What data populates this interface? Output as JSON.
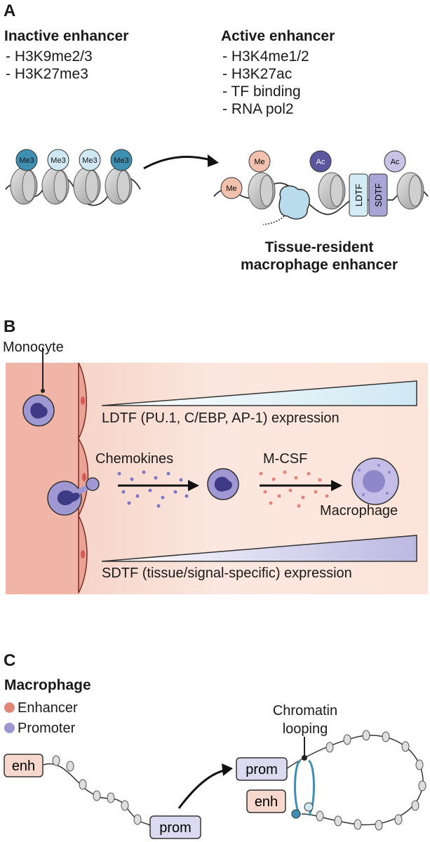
{
  "panelA": {
    "letter": "A",
    "inactive": {
      "title": "Inactive enhancer",
      "items": [
        "- H3K9me2/3",
        "- H3K27me3"
      ],
      "marks": [
        "Me3",
        "Me3",
        "Me3",
        "Me3"
      ]
    },
    "active": {
      "title": "Active enhancer",
      "items": [
        "- H3K4me1/2",
        "- H3K27ac",
        "- TF binding",
        "- RNA pol2"
      ],
      "marks": {
        "me": "Me",
        "ac": "Ac",
        "ldtf": "LDTF",
        "sdtf": "SDTF"
      }
    },
    "result_label": [
      "Tissue-resident",
      "macrophage enhancer"
    ]
  },
  "panelB": {
    "letter": "B",
    "monocyte": "Monocyte",
    "ldtf_label": "LDTF (PU.1, C/EBP, AP-1) expression",
    "chemokines": "Chemokines",
    "mcsf": "M-CSF",
    "macrophage": "Macrophage",
    "sdtf_label": "SDTF (tissue/signal-specific) expression"
  },
  "panelC": {
    "letter": "C",
    "title": "Macrophage",
    "legend": [
      {
        "label": "Enhancer",
        "color": "#e0867a"
      },
      {
        "label": "Promoter",
        "color": "#9b97cf"
      }
    ],
    "enh": "enh",
    "prom": "prom",
    "looping": [
      "Chromatin",
      "looping"
    ]
  },
  "colors": {
    "me3_dark": "#3f8fb3",
    "me3_light": "#cfe8f3",
    "me": "#f2c1ad",
    "ac": "#5b579e",
    "ac_light": "#c9c3e6",
    "vessel": "#e9a495",
    "cell": "#9f98d2",
    "nucleus": "#3f3a86"
  }
}
